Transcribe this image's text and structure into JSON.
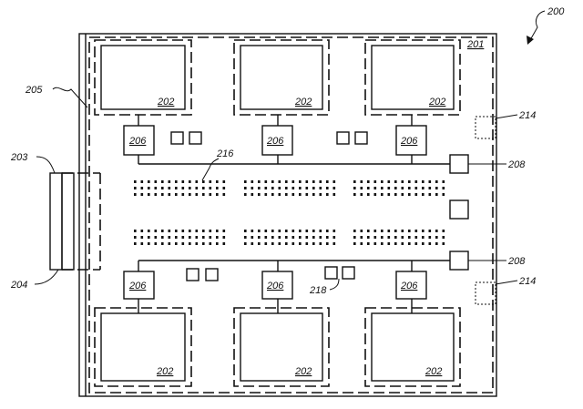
{
  "figure": {
    "label_200": "200",
    "label_201": "201",
    "label_203": "203",
    "label_204": "204",
    "label_205": "205",
    "label_216": "216",
    "label_218": "218",
    "label_208": "208",
    "label_214": "214",
    "label_202": "202",
    "label_206": "206"
  }
}
